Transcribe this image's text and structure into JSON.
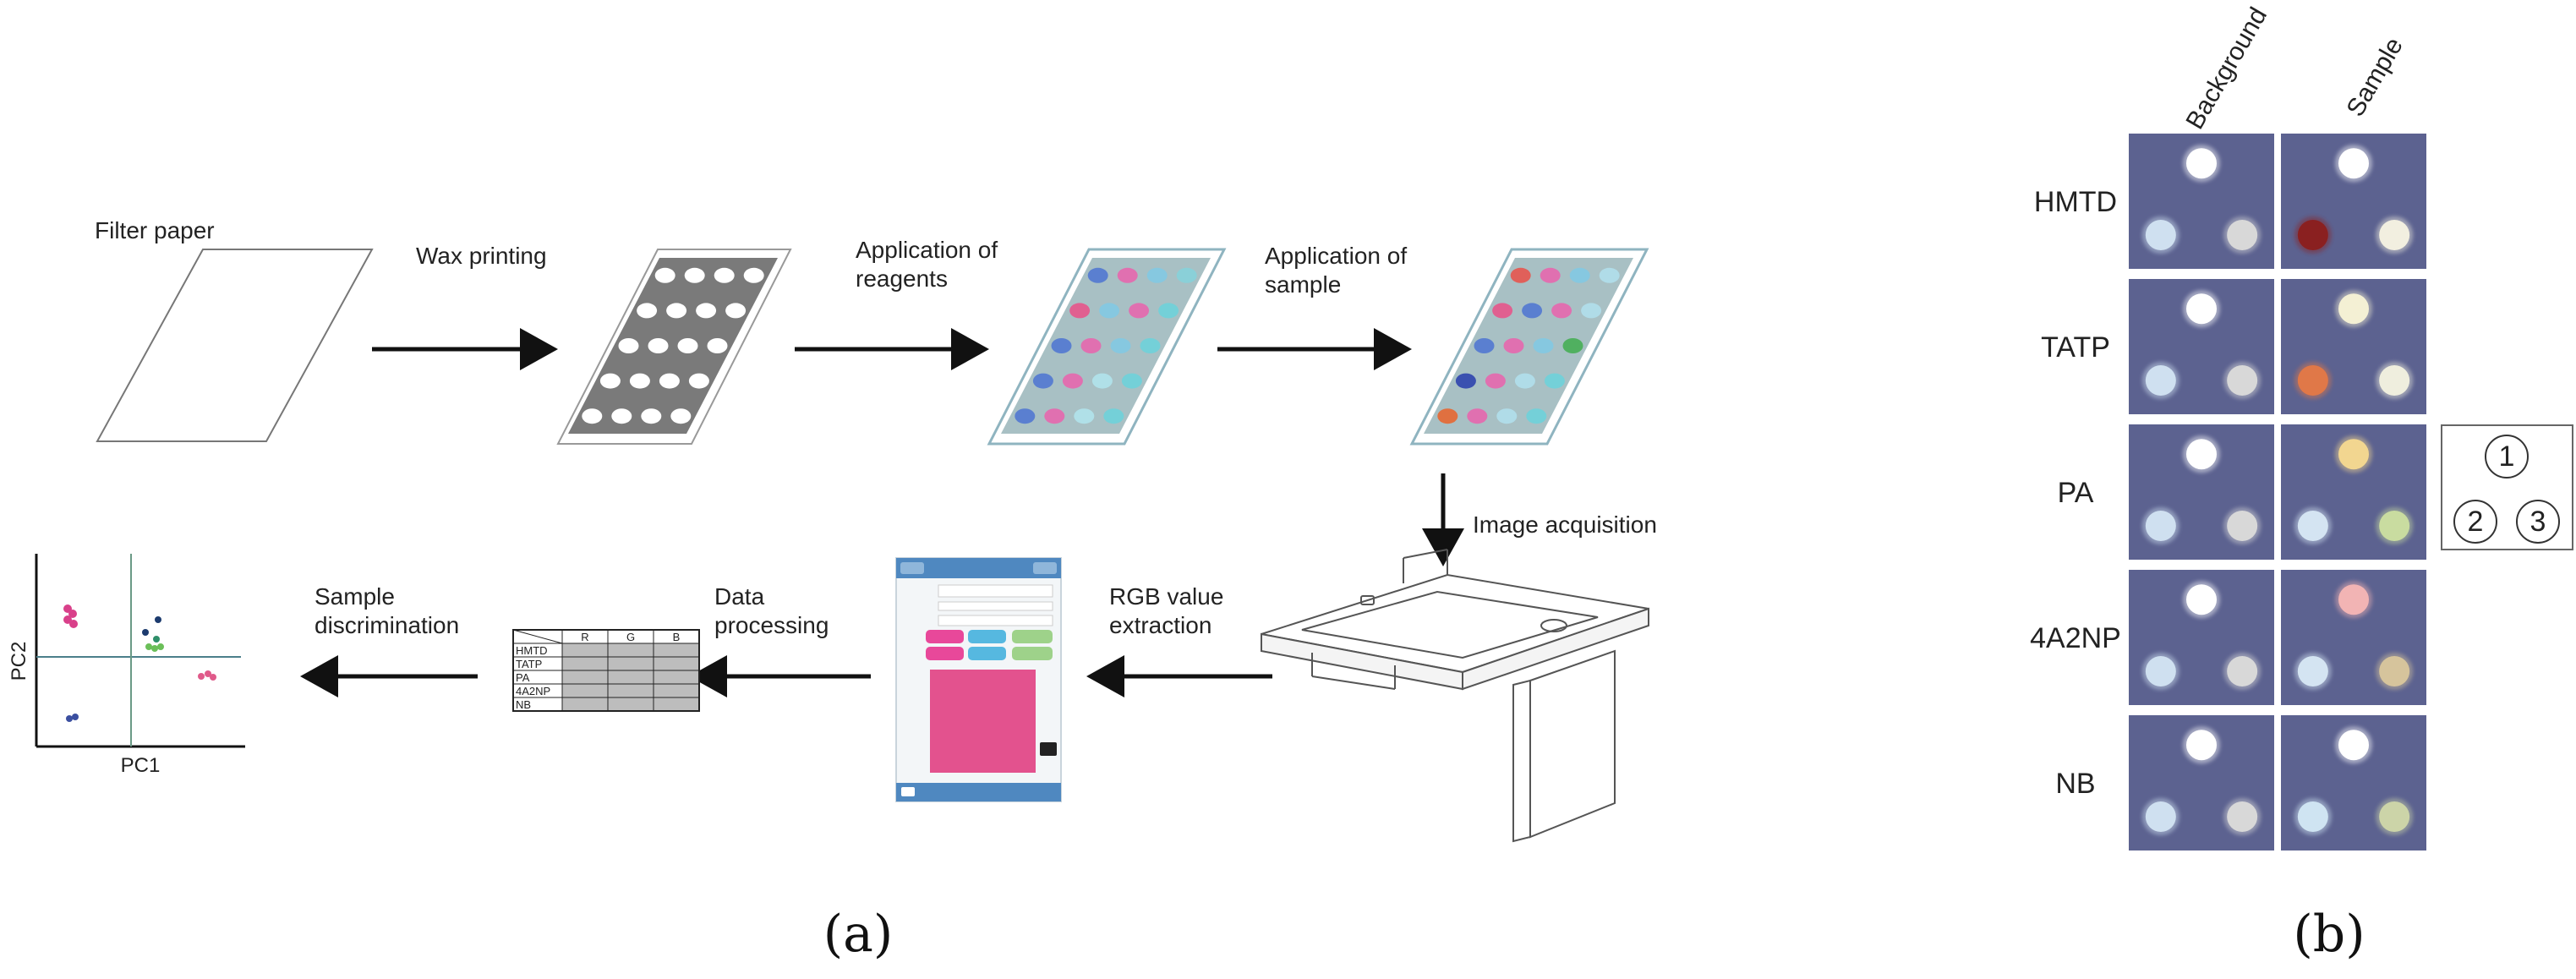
{
  "panel_a": {
    "steps": {
      "filter_paper": "Filter paper",
      "wax_printing": "Wax printing",
      "reagents_line1": "Application of",
      "reagents_line2": "reagents",
      "sample_line1": "Application of",
      "sample_line2": "sample",
      "image_acquisition": "Image acquisition",
      "rgb_line1": "RGB value",
      "rgb_line2": "extraction",
      "data_line1": "Data",
      "data_line2": "processing",
      "disc_line1": "Sample",
      "disc_line2": "discrimination"
    },
    "table": {
      "headers": [
        "R",
        "G",
        "B"
      ],
      "rows": [
        "HMTD",
        "TATP",
        "PA",
        "4A2NP",
        "NB"
      ]
    },
    "plot": {
      "xlabel": "PC1",
      "ylabel": "PC2"
    },
    "caption": "(a)"
  },
  "panel_b": {
    "columns": [
      "Background",
      "Sample"
    ],
    "rows": [
      "HMTD",
      "TATP",
      "PA",
      "4A2NP",
      "NB"
    ],
    "legend": [
      "1",
      "2",
      "3"
    ],
    "caption": "(b)",
    "colors": {
      "tile": "#5c6290",
      "background_spots": [
        "#ffffff",
        "#cfe0f0",
        "#d8d8d8"
      ],
      "sample_spots": {
        "HMTD": [
          "#ffffff",
          "#8a2020",
          "#f2efe0"
        ],
        "TATP": [
          "#f4f0d4",
          "#e07848",
          "#efeede"
        ],
        "PA": [
          "#f2d690",
          "#d4e4f2",
          "#c9dca0"
        ],
        "4A2NP": [
          "#f2b4b4",
          "#d4e4f2",
          "#d6c49c"
        ],
        "NB": [
          "#ffffff",
          "#cfe4f2",
          "#ccd4a8"
        ]
      }
    }
  }
}
